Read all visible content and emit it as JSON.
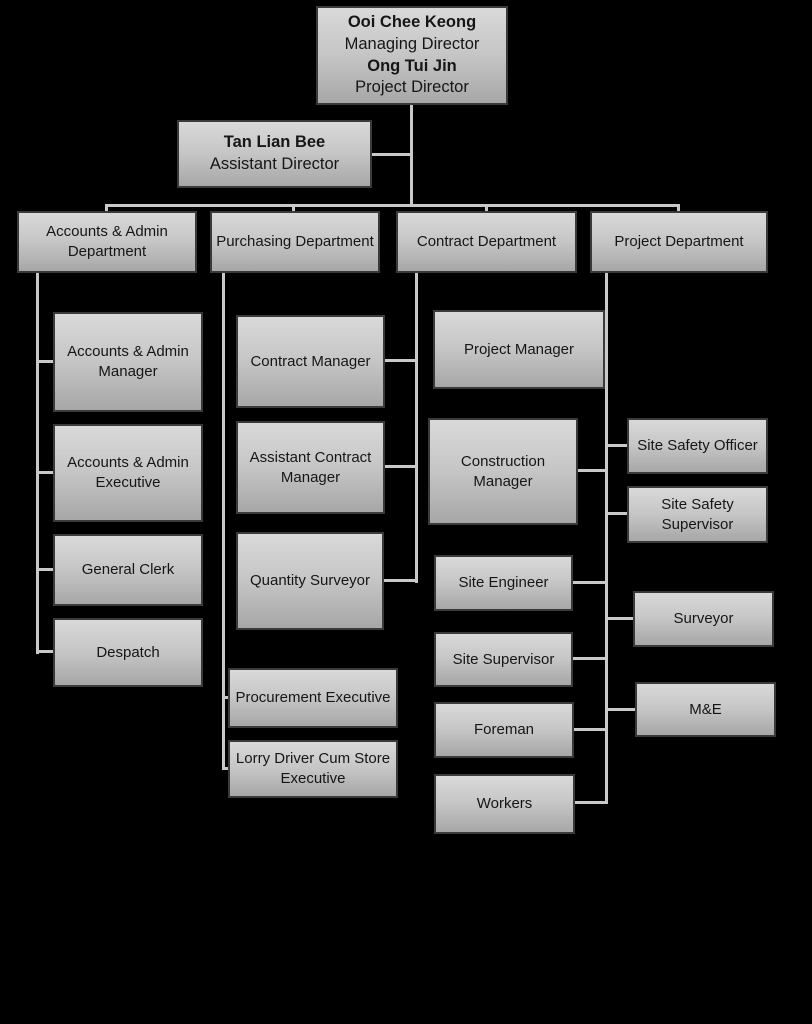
{
  "colors": {
    "background": "#000000",
    "box_fill_top": "#d9d9d9",
    "box_fill_bottom": "#a7a7a7",
    "box_border": "#3a3a3a",
    "box_text": "#161616",
    "connector": "#c9c9c9"
  },
  "nodes": {
    "managing_director": {
      "line1": "Ooi Chee Keong",
      "line2": "Managing Director",
      "line3": "Ong Tui Jin",
      "line4": "Project Director"
    },
    "assistant_director": {
      "line1": "Tan Lian Bee",
      "line2": "Assistant Director"
    },
    "departments": {
      "accounts_admin": "Accounts & Admin Department",
      "purchasing": "Purchasing Department",
      "contract": "Contract Department",
      "project": "Project Department"
    },
    "accounts_admin_team": {
      "manager": "Accounts & Admin Manager",
      "executive": "Accounts & Admin Executive",
      "general_clerk": "General Clerk",
      "despatch": "Despatch"
    },
    "purchasing_team": {
      "contract_manager": "Contract Manager",
      "assistant_contract_manager": "Assistant Contract Manager",
      "quantity_surveyor": "Quantity Surveyor",
      "procurement_executive": "Procurement Executive",
      "lorry_driver_cum_store_executive": "Lorry Driver Cum Store Executive"
    },
    "contract_team": {
      "project_manager": "Project Manager",
      "construction_manager": "Construction Manager",
      "site_engineer": "Site Engineer",
      "site_supervisor": "Site Supervisor",
      "foreman": "Foreman",
      "workers": "Workers"
    },
    "project_team": {
      "site_safety_officer": "Site Safety Officer",
      "site_safety_supervisor": "Site Safety Supervisor",
      "surveyor": "Surveyor",
      "m_and_e": "M&E"
    }
  }
}
